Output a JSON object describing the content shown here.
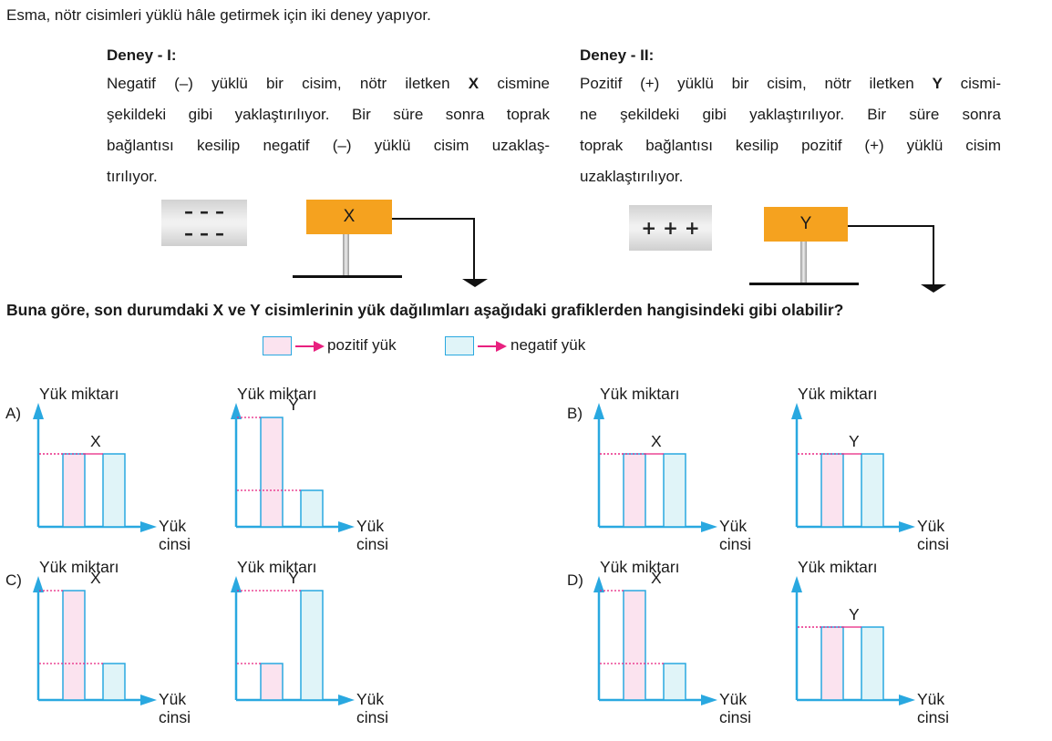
{
  "intro": "Esma, nötr cisimleri yüklü hâle getirmek için iki deney yapıyor.",
  "experiments": [
    {
      "title": "Deney - I:",
      "lines": [
        [
          "Negatif (–) yüklü bir cisim, nötr iletken ",
          "X",
          " cismine"
        ],
        [
          "şekildeki gibi yaklaştırılıyor. Bir süre sonra toprak",
          "",
          ""
        ],
        [
          "bağlantısı kesilip negatif (–) yüklü cisim uzaklaş-",
          "",
          ""
        ],
        [
          "tırılıyor.",
          "",
          ""
        ]
      ],
      "charge_rows": [
        "– – –",
        "– – –"
      ],
      "object_label": "X"
    },
    {
      "title": "Deney - II:",
      "lines": [
        [
          "Pozitif (+) yüklü bir cisim, nötr iletken ",
          "Y",
          " cismi-"
        ],
        [
          "ne şekildeki gibi yaklaştırılıyor. Bir süre sonra",
          "",
          ""
        ],
        [
          "toprak bağlantısı kesilip pozitif (+) yüklü cisim",
          "",
          ""
        ],
        [
          "uzaklaştırılıyor.",
          "",
          ""
        ]
      ],
      "charge_rows": [
        "+ + +"
      ],
      "object_label": "Y"
    }
  ],
  "question": "Buna göre, son durumdaki X ve Y cisimlerinin yük dağılımları aşağıdaki grafiklerden hangisindeki gibi olabilir?",
  "legend": {
    "positive": "pozitif yük",
    "negative": "negatif yük"
  },
  "axis": {
    "y_label": "Yük miktarı",
    "x_label_1": "Yük",
    "x_label_2": "cinsi"
  },
  "colors": {
    "positive_fill": "#fbe3ef",
    "negative_fill": "#e0f4f8",
    "axis": "#29a8e0",
    "arrow": "#e8207f",
    "dotted": "#e8207f",
    "body_orange": "#f5a21f"
  },
  "chart_data": [
    {
      "type": "bar",
      "option": "A)",
      "title": "X",
      "categories": [
        "pozitif yük",
        "negatif yük"
      ],
      "values": [
        2,
        2
      ]
    },
    {
      "type": "bar",
      "option": "",
      "title": "Y",
      "categories": [
        "pozitif yük",
        "negatif yük"
      ],
      "values": [
        3,
        1
      ]
    },
    {
      "type": "bar",
      "option": "B)",
      "title": "X",
      "categories": [
        "pozitif yük",
        "negatif yük"
      ],
      "values": [
        2,
        2
      ]
    },
    {
      "type": "bar",
      "option": "",
      "title": "Y",
      "categories": [
        "pozitif yük",
        "negatif yük"
      ],
      "values": [
        2,
        2
      ]
    },
    {
      "type": "bar",
      "option": "C)",
      "title": "X",
      "categories": [
        "pozitif yük",
        "negatif yük"
      ],
      "values": [
        3,
        1
      ]
    },
    {
      "type": "bar",
      "option": "",
      "title": "Y",
      "categories": [
        "pozitif yük",
        "negatif yük"
      ],
      "values": [
        1,
        3
      ]
    },
    {
      "type": "bar",
      "option": "D)",
      "title": "X",
      "categories": [
        "pozitif yük",
        "negatif yük"
      ],
      "values": [
        3,
        1
      ]
    },
    {
      "type": "bar",
      "option": "",
      "title": "Y",
      "categories": [
        "pozitif yük",
        "negatif yük"
      ],
      "values": [
        2,
        2
      ]
    }
  ]
}
